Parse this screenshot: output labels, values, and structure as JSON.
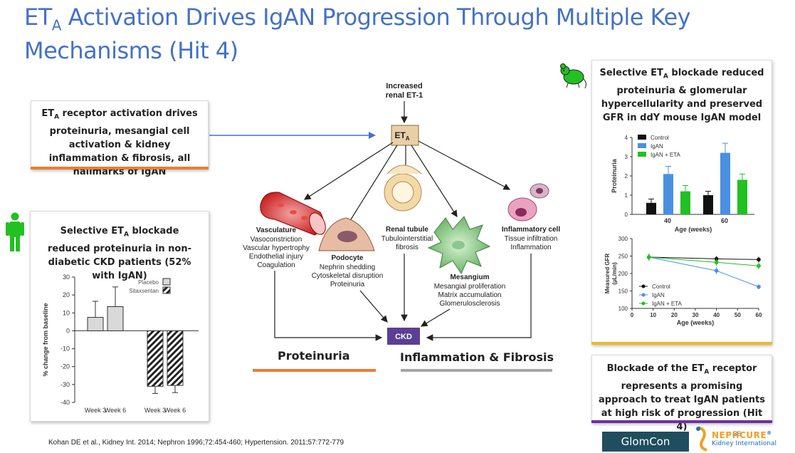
{
  "title": {
    "line1_pre": "ET",
    "line1_sub": "A",
    "line1_post": " Activation Drives IgAN Progression Through Multiple Key",
    "line2": "Mechanisms (Hit 4)"
  },
  "left_box": {
    "pre": "ET",
    "sub": "A",
    "text": " receptor activation drives proteinuria, mesangial cell activation & kidney inflammation & fibrosis, all hallmarks of IgAN"
  },
  "human_box": {
    "pre": "Selective ET",
    "sub": "A",
    "text": " blockade reduced proteinuria in non-diabetic CKD patients (52% with IgAN)"
  },
  "mouse_box": {
    "pre": "Selective ET",
    "sub": "A",
    "text": " blockade reduced proteinuria & glomerular hypercellularity and preserved GFR in ddY mouse IgAN model"
  },
  "conclusion_box": {
    "pre": "Blockade of the ET",
    "sub": "A",
    "text": " receptor represents a promising approach to treat IgAN patients at high risk of progression (Hit 4)"
  },
  "diagram": {
    "top_label_1": "Increased",
    "top_label_2": "renal ET-1",
    "eta_pre": "ET",
    "eta_sub": "A",
    "ckd": "CKD",
    "vasculature": {
      "title": "Vasculature",
      "lines": [
        "Vasoconstriction",
        "Vascular hypertrophy",
        "Endothelial injury",
        "Coagulation"
      ]
    },
    "podocyte": {
      "title": "Podocyte",
      "lines": [
        "Nephrin shedding",
        "Cytoskeletal disruption",
        "Proteinuria"
      ]
    },
    "tubule": {
      "title": "Renal tubule",
      "lines": [
        "Tubulointerstitial",
        "fibrosis"
      ]
    },
    "mesangium": {
      "title": "Mesangium",
      "lines": [
        "Mesangial proliferation",
        "Matrix accumulation",
        "Glomerulosclerosis"
      ]
    },
    "inflammatory": {
      "title": "Inflammatory cell",
      "lines": [
        "Tissue infiltration",
        "Inflammation"
      ]
    },
    "proteinuria_label": "Proteinuria",
    "inflammation_label": "Inflammation & Fibrosis"
  },
  "citation": "Kohan DE et al., Kidney Int. 2014; Nephron 1996;72:454-460; Hypertension. 2011;57:772-779",
  "logos": {
    "glomcon": "GlomCon",
    "nephcure": "NEPHCURE",
    "nephcure_sub": "Kidney International",
    "page_number": "38"
  },
  "colors": {
    "title": "#4472c4",
    "control": "#111111",
    "igan": "#4a90e2",
    "igan_eta": "#22c022",
    "orange": "#ed7d31",
    "gold": "#f0b82b",
    "purple": "#7030a0"
  },
  "chart_data": [
    {
      "type": "bar",
      "ylabel": "% change from baseline",
      "ylim": [
        -40,
        30
      ],
      "yticks": [
        30,
        20,
        10,
        0,
        -10,
        -20,
        -30,
        -40
      ],
      "categories": [
        "Week 3",
        "Week 6",
        "Week 3",
        "Week 6"
      ],
      "legend": [
        "Placebo",
        "Sitaxsentan"
      ],
      "series": [
        {
          "name": "Placebo",
          "values": [
            7.5,
            13.5,
            null,
            null
          ],
          "errors": [
            9,
            11,
            null,
            null
          ]
        },
        {
          "name": "Sitaxsentan",
          "values": [
            null,
            null,
            -31,
            -30.5
          ],
          "errors": [
            null,
            null,
            4,
            4
          ]
        }
      ]
    },
    {
      "type": "bar",
      "ylabel": "Proteinuria",
      "xlabel": "Age (weeks)",
      "ylim": [
        0,
        4
      ],
      "yticks": [
        0,
        1,
        2,
        3,
        4
      ],
      "categories": [
        "40",
        "60"
      ],
      "legend_position": "top-left",
      "series": [
        {
          "name": "Control",
          "values": [
            0.6,
            1.0
          ],
          "errors": [
            0.2,
            0.2
          ]
        },
        {
          "name": "IgAN",
          "values": [
            2.1,
            3.2
          ],
          "errors": [
            0.4,
            0.5
          ]
        },
        {
          "name": "IgAN + ETA",
          "values": [
            1.2,
            1.8
          ],
          "errors": [
            0.3,
            0.3
          ]
        }
      ]
    },
    {
      "type": "line",
      "ylabel": "Measured GFR (µL/min)",
      "xlabel": "Age (weeks)",
      "xlim": [
        0,
        60
      ],
      "ylim": [
        100,
        300
      ],
      "xticks": [
        0,
        10,
        20,
        30,
        40,
        50,
        60
      ],
      "yticks": [
        100,
        150,
        200,
        250,
        300
      ],
      "legend_position": "bottom-left",
      "x": [
        8,
        40,
        60
      ],
      "series": [
        {
          "name": "Control",
          "values": [
            247,
            242,
            240
          ],
          "errors": [
            8,
            8,
            8
          ]
        },
        {
          "name": "IgAN",
          "values": [
            247,
            208,
            162
          ],
          "errors": [
            10,
            10,
            7
          ]
        },
        {
          "name": "IgAN + ETA",
          "values": [
            247,
            232,
            222
          ],
          "errors": [
            10,
            10,
            10
          ]
        }
      ]
    }
  ]
}
